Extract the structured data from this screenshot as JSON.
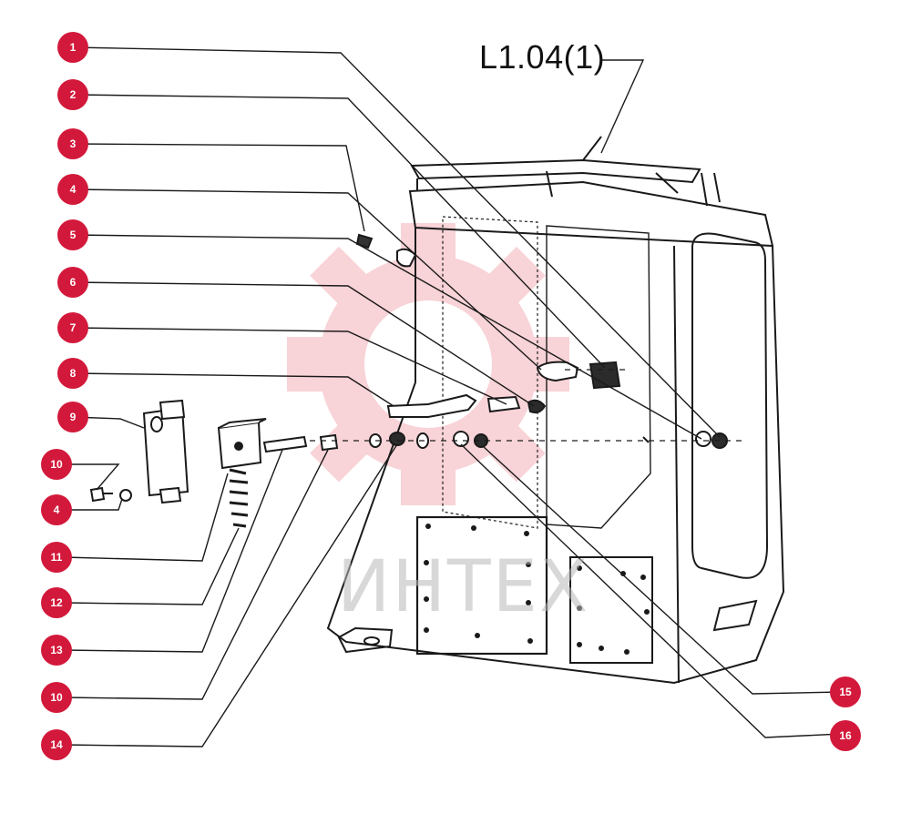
{
  "diagram": {
    "title": "L1.04(1)",
    "watermark": "ИНТЕХ",
    "accent_color": "#d3193b",
    "callouts": [
      {
        "id": "c1",
        "label": "1"
      },
      {
        "id": "c2",
        "label": "2"
      },
      {
        "id": "c3",
        "label": "3"
      },
      {
        "id": "c4a",
        "label": "4"
      },
      {
        "id": "c5",
        "label": "5"
      },
      {
        "id": "c6",
        "label": "6"
      },
      {
        "id": "c7",
        "label": "7"
      },
      {
        "id": "c8",
        "label": "8"
      },
      {
        "id": "c9",
        "label": "9"
      },
      {
        "id": "c10a",
        "label": "10"
      },
      {
        "id": "c4b",
        "label": "4"
      },
      {
        "id": "c11",
        "label": "11"
      },
      {
        "id": "c12",
        "label": "12"
      },
      {
        "id": "c13",
        "label": "13"
      },
      {
        "id": "c10b",
        "label": "10"
      },
      {
        "id": "c14",
        "label": "14"
      },
      {
        "id": "c15",
        "label": "15"
      },
      {
        "id": "c16",
        "label": "16"
      }
    ]
  }
}
